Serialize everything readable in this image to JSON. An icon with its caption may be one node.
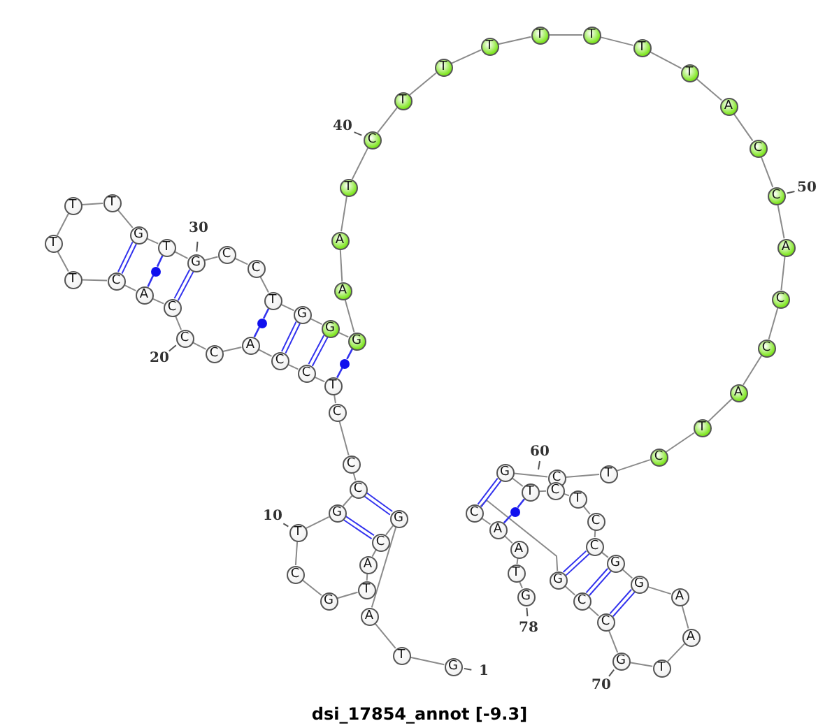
{
  "diagram": {
    "caption": "dsi_17854_annot [-9.3]",
    "nodes": [
      {
        "text": [
          "G"
        ],
        "beside": [
          "1"
        ]
      },
      {
        "text": [
          "T"
        ]
      },
      {
        "text": [
          "A"
        ]
      },
      {
        "text": [
          "G"
        ]
      },
      {
        "text": [
          "C"
        ]
      },
      {
        "text": [
          "A"
        ]
      },
      {
        "text": [
          "T"
        ]
      },
      {
        "text": [
          "G"
        ]
      },
      {
        "text": [
          "C"
        ]
      },
      {
        "text": [
          "T"
        ],
        "beside": [
          "10"
        ]
      },
      {
        "text": [
          "G"
        ]
      },
      {
        "text": [
          "C"
        ]
      },
      {
        "text": [
          "C"
        ]
      },
      {
        "text": [
          "C"
        ]
      },
      {
        "text": [
          "T"
        ]
      },
      {
        "text": [
          "C"
        ]
      },
      {
        "text": [
          "C"
        ]
      },
      {
        "text": [
          "A"
        ]
      },
      {
        "text": [
          "C"
        ]
      },
      {
        "text": [
          "C"
        ],
        "beside": [
          "20"
        ]
      },
      {
        "text": [
          "C"
        ]
      },
      {
        "text": [
          "A"
        ]
      },
      {
        "text": [
          "C"
        ]
      },
      {
        "text": [
          "T"
        ]
      },
      {
        "text": [
          "T"
        ]
      },
      {
        "text": [
          "T"
        ]
      },
      {
        "text": [
          "T"
        ]
      },
      {
        "text": [
          "G"
        ]
      },
      {
        "text": [
          "T"
        ]
      },
      {
        "text": [
          "G"
        ],
        "beside": [
          "30"
        ]
      },
      {
        "text": [
          "C"
        ]
      },
      {
        "text": [
          "C"
        ]
      },
      {
        "text": [
          "T"
        ]
      },
      {
        "text": [
          "G"
        ]
      },
      {
        "text": [
          "G"
        ]
      },
      {
        "text": [
          "G"
        ]
      },
      {
        "text": [
          "A"
        ]
      },
      {
        "text": [
          "A"
        ]
      },
      {
        "text": [
          "T"
        ]
      },
      {
        "text": [
          "C"
        ],
        "beside": [
          "40"
        ]
      },
      {
        "text": [
          "T"
        ]
      },
      {
        "text": [
          "T"
        ]
      },
      {
        "text": [
          "T"
        ]
      },
      {
        "text": [
          "T"
        ]
      },
      {
        "text": [
          "T"
        ]
      },
      {
        "text": [
          "T"
        ]
      },
      {
        "text": [
          "T"
        ]
      },
      {
        "text": [
          "A"
        ]
      },
      {
        "text": [
          "C"
        ]
      },
      {
        "text": [
          "C"
        ],
        "beside": [
          "50"
        ]
      },
      {
        "text": [
          "A"
        ]
      },
      {
        "text": [
          "C"
        ]
      },
      {
        "text": [
          "C"
        ]
      },
      {
        "text": [
          "A"
        ]
      },
      {
        "text": [
          "T"
        ]
      },
      {
        "text": [
          "C"
        ]
      },
      {
        "text": [
          "T"
        ]
      },
      {
        "text": [
          "C"
        ]
      },
      {
        "text": [
          "G"
        ]
      },
      {
        "text": [
          "T"
        ]
      },
      {
        "text": [
          "C"
        ]
      },
      {
        "text": [
          "T"
        ]
      },
      {
        "text": [
          "C"
        ]
      },
      {
        "text": [
          "C"
        ]
      },
      {
        "text": [
          "G"
        ]
      },
      {
        "text": [
          "G"
        ]
      },
      {
        "text": [
          "A"
        ]
      },
      {
        "text": [
          "A"
        ]
      },
      {
        "text": [
          "T"
        ]
      },
      {
        "text": [
          "G"
        ],
        "beside": [
          "70"
        ]
      },
      {
        "text": [
          "C"
        ]
      },
      {
        "text": [
          "C"
        ]
      },
      {
        "text": [
          "G"
        ]
      },
      {
        "text": [
          "C"
        ]
      },
      {
        "text": [
          "A"
        ]
      },
      {
        "text": [
          "A"
        ]
      },
      {
        "text": [
          "T"
        ]
      },
      {
        "text": [
          "G"
        ],
        "beside": [
          "78"
        ]
      },
      {
        "text": [],
        "shape": "circle"
      },
      {
        "text": [],
        "shape": "circle"
      },
      {
        "text": [],
        "shape": "circle"
      },
      {
        "text": [],
        "shape": "circle"
      }
    ],
    "edges": [
      {
        "from": 0,
        "to": 1,
        "arrow": "none"
      },
      {
        "from": 1,
        "to": 2,
        "arrow": "none"
      },
      {
        "from": 2,
        "to": 3,
        "arrow": "none"
      },
      {
        "from": 3,
        "to": 4,
        "arrow": "none"
      },
      {
        "from": 4,
        "to": 5,
        "arrow": "none"
      },
      {
        "from": 5,
        "to": 6,
        "arrow": "none"
      },
      {
        "from": 6,
        "to": 7,
        "arrow": "none"
      },
      {
        "from": 7,
        "to": 8,
        "arrow": "none"
      },
      {
        "from": 8,
        "to": 9,
        "arrow": "none"
      },
      {
        "from": 9,
        "to": 10,
        "arrow": "none"
      },
      {
        "from": 10,
        "to": 11,
        "arrow": "none"
      },
      {
        "from": 11,
        "to": 12,
        "arrow": "none"
      },
      {
        "from": 12,
        "to": 13,
        "arrow": "none"
      },
      {
        "from": 13,
        "to": 14,
        "arrow": "none"
      },
      {
        "from": 14,
        "to": 15,
        "arrow": "none"
      },
      {
        "from": 15,
        "to": 16,
        "arrow": "none"
      },
      {
        "from": 16,
        "to": 17,
        "arrow": "none"
      },
      {
        "from": 17,
        "to": 18,
        "arrow": "none"
      },
      {
        "from": 18,
        "to": 19,
        "arrow": "none"
      },
      {
        "from": 19,
        "to": 20,
        "arrow": "none"
      },
      {
        "from": 20,
        "to": 21,
        "arrow": "none"
      },
      {
        "from": 21,
        "to": 22,
        "arrow": "none"
      },
      {
        "from": 22,
        "to": 23,
        "arrow": "none"
      },
      {
        "from": 23,
        "to": 24,
        "arrow": "none"
      },
      {
        "from": 24,
        "to": 25,
        "arrow": "none"
      },
      {
        "from": 25,
        "to": 26,
        "arrow": "none"
      },
      {
        "from": 26,
        "to": 27,
        "arrow": "none"
      },
      {
        "from": 27,
        "to": 28,
        "arrow": "none"
      },
      {
        "from": 28,
        "to": 29,
        "arrow": "none"
      },
      {
        "from": 29,
        "to": 30,
        "arrow": "none"
      },
      {
        "from": 30,
        "to": 31,
        "arrow": "none"
      },
      {
        "from": 31,
        "to": 32,
        "arrow": "none"
      },
      {
        "from": 32,
        "to": 33,
        "arrow": "none"
      },
      {
        "from": 33,
        "to": 34,
        "arrow": "none"
      },
      {
        "from": 34,
        "to": 35,
        "arrow": "none"
      },
      {
        "from": 35,
        "to": 36,
        "arrow": "none"
      },
      {
        "from": 36,
        "to": 37,
        "arrow": "none"
      },
      {
        "from": 37,
        "to": 38,
        "arrow": "none"
      },
      {
        "from": 38,
        "to": 39,
        "arrow": "none"
      },
      {
        "from": 39,
        "to": 40,
        "arrow": "none"
      },
      {
        "from": 40,
        "to": 41,
        "arrow": "none"
      },
      {
        "from": 41,
        "to": 42,
        "arrow": "none"
      },
      {
        "from": 42,
        "to": 43,
        "arrow": "none"
      },
      {
        "from": 43,
        "to": 44,
        "arrow": "none"
      },
      {
        "from": 44,
        "to": 45,
        "arrow": "none"
      },
      {
        "from": 45,
        "to": 46,
        "arrow": "none"
      },
      {
        "from": 46,
        "to": 47,
        "arrow": "none"
      },
      {
        "from": 47,
        "to": 48,
        "arrow": "none"
      },
      {
        "from": 48,
        "to": 49,
        "arrow": "none"
      },
      {
        "from": 49,
        "to": 50,
        "arrow": "none"
      },
      {
        "from": 50,
        "to": 51,
        "arrow": "none"
      },
      {
        "from": 51,
        "to": 52,
        "arrow": "none"
      },
      {
        "from": 52,
        "to": 53,
        "arrow": "none"
      },
      {
        "from": 53,
        "to": 54,
        "arrow": "none"
      },
      {
        "from": 54,
        "to": 55,
        "arrow": "none"
      },
      {
        "from": 55,
        "to": 56,
        "arrow": "none"
      },
      {
        "from": 56,
        "to": 57,
        "arrow": "none"
      },
      {
        "from": 57,
        "to": 58,
        "arrow": "none"
      },
      {
        "from": 58,
        "to": 59,
        "arrow": "none"
      },
      {
        "from": 59,
        "to": 60,
        "arrow": "none"
      },
      {
        "from": 60,
        "to": 61,
        "arrow": "none"
      },
      {
        "from": 61,
        "to": 62,
        "arrow": "none"
      },
      {
        "from": 62,
        "to": 63,
        "arrow": "none"
      },
      {
        "from": 63,
        "to": 64,
        "arrow": "none"
      },
      {
        "from": 64,
        "to": 65,
        "arrow": "none"
      },
      {
        "from": 65,
        "to": 66,
        "arrow": "none"
      },
      {
        "from": 66,
        "to": 67,
        "arrow": "none"
      },
      {
        "from": 67,
        "to": 68,
        "arrow": "none"
      },
      {
        "from": 68,
        "to": 69,
        "arrow": "none"
      },
      {
        "from": 69,
        "to": 70,
        "arrow": "none"
      },
      {
        "from": 70,
        "to": 71,
        "arrow": "none"
      },
      {
        "from": 71,
        "to": 72,
        "arrow": "none"
      },
      {
        "from": 72,
        "to": 73,
        "arrow": "none"
      },
      {
        "from": 73,
        "to": 74,
        "arrow": "none"
      },
      {
        "from": 74,
        "to": 75,
        "arrow": "none"
      },
      {
        "from": 75,
        "to": 76,
        "arrow": "none"
      },
      {
        "from": 76,
        "to": 77,
        "arrow": "none"
      },
      {
        "from": 3,
        "to": 11,
        "arrow": "none",
        "color": "#3333ee"
      },
      {
        "from": 4,
        "to": 10,
        "arrow": "none",
        "color": "#3333ee"
      },
      {
        "from": 14,
        "to": 78,
        "arrow": "none",
        "color": "#3333ee"
      },
      {
        "from": 78,
        "to": 35,
        "arrow": "none",
        "color": "#3333ee"
      },
      {
        "from": 15,
        "to": 34,
        "arrow": "none",
        "color": "#3333ee"
      },
      {
        "from": 16,
        "to": 33,
        "arrow": "none",
        "color": "#3333ee"
      },
      {
        "from": 17,
        "to": 79,
        "arrow": "none",
        "color": "#3333ee"
      },
      {
        "from": 79,
        "to": 32,
        "arrow": "none",
        "color": "#3333ee"
      },
      {
        "from": 20,
        "to": 29,
        "arrow": "none",
        "color": "#3333ee"
      },
      {
        "from": 21,
        "to": 80,
        "arrow": "none",
        "color": "#3333ee"
      },
      {
        "from": 80,
        "to": 28,
        "arrow": "none",
        "color": "#3333ee"
      },
      {
        "from": 22,
        "to": 27,
        "arrow": "none",
        "color": "#3333ee"
      },
      {
        "from": 58,
        "to": 73,
        "arrow": "none",
        "color": "#3333ee"
      },
      {
        "from": 59,
        "to": 81,
        "arrow": "none",
        "color": "#3333ee"
      },
      {
        "from": 81,
        "to": 74,
        "arrow": "none",
        "color": "#3333ee"
      },
      {
        "from": 63,
        "to": 72,
        "arrow": "none",
        "color": "#3333ee"
      },
      {
        "from": 64,
        "to": 71,
        "arrow": "none",
        "color": "#3333ee"
      },
      {
        "from": 65,
        "to": 70,
        "arrow": "none",
        "color": "#3333ee"
      }
    ],
    "labels": [
      "60"
    ]
  }
}
